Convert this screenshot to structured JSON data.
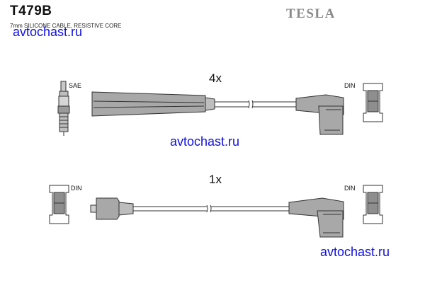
{
  "header": {
    "part_number": "T479B",
    "subtitle": "7mm SILICONE CABLE, RESISTIVE CORE",
    "brand": "TESLA"
  },
  "watermarks": [
    "avtochast.ru",
    "avtochast.ru",
    "avtochast.ru"
  ],
  "set_1": {
    "quantity": "4x",
    "left_terminal": "SAE",
    "right_terminal": "DIN"
  },
  "set_2": {
    "quantity": "1x",
    "left_terminal": "DIN",
    "right_terminal": "DIN"
  },
  "colors": {
    "boot_fill": "#a8a8a8",
    "outline": "#333333",
    "watermark": "#1010e6",
    "brand": "#8a8a8a"
  }
}
